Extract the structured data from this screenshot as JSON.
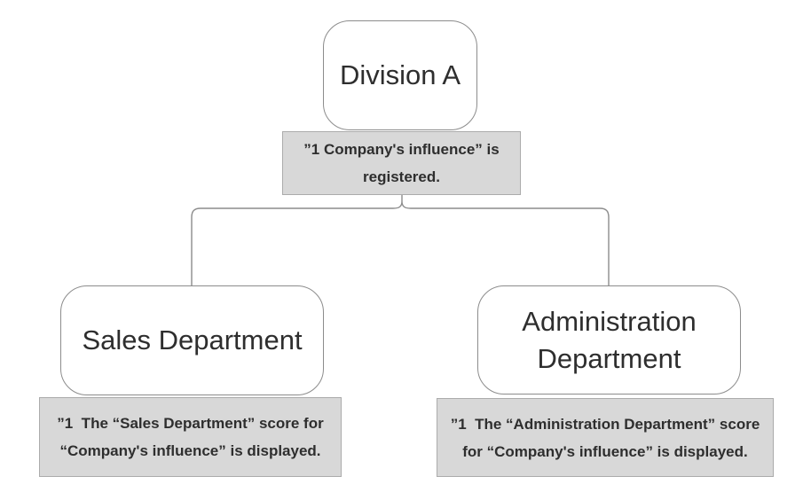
{
  "colors": {
    "background": "#ffffff",
    "node_fill": "#ffffff",
    "node_border": "#8c8c8c",
    "note_fill": "#d8d8d8",
    "note_border": "#ababab",
    "connector": "#8c8c8c",
    "text": "#2e2e2e"
  },
  "root": {
    "label": "Division A",
    "note_lines": [
      "”1 Company's influence” is",
      "registered."
    ]
  },
  "children": [
    {
      "label": "Sales Department",
      "note_lines": [
        "”1  The “Sales Department” score for",
        "“Company's influence” is displayed."
      ]
    },
    {
      "label_lines": [
        "Administration",
        "Department"
      ],
      "note_lines": [
        "”1  The “Administration Department” score",
        "for “Company's influence” is displayed."
      ]
    }
  ]
}
